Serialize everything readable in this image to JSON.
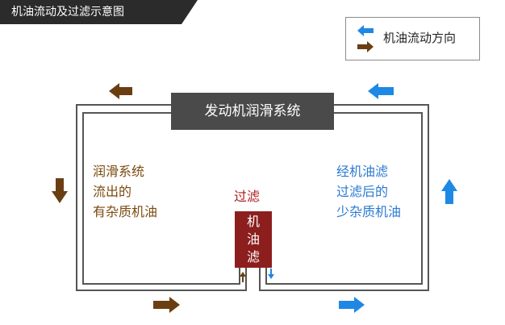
{
  "title": "机油流动及过滤示意图",
  "legend": {
    "label": "机油流动方向",
    "icon": "double-arrow-icon"
  },
  "system_label": "发动机润滑系统",
  "left_text": [
    "润滑系统",
    "流出的",
    "有杂质机油"
  ],
  "right_text": [
    "经机油滤",
    "过滤后的",
    "少杂质机油"
  ],
  "filter": {
    "label": "过滤",
    "box_chars": [
      "机",
      "油",
      "滤"
    ]
  },
  "colors": {
    "dirty_oil": "#6b3e12",
    "clean_oil": "#1e88e5",
    "filter": "#8c1e1e",
    "banner": "#2b2b2b",
    "system_box": "#4a4a4a"
  }
}
